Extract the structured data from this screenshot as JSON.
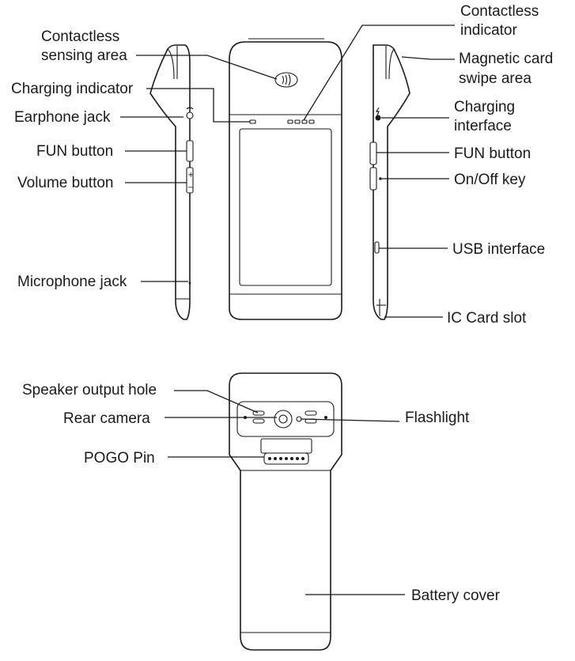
{
  "labels": {
    "contactless_sensing_area": [
      "Contactless",
      "sensing area"
    ],
    "charging_indicator": "Charging indicator",
    "earphone_jack": "Earphone jack",
    "fun_button_left": "FUN button",
    "volume_button": "Volume button",
    "microphone_jack": "Microphone jack",
    "contactless_indicator": [
      "Contactless",
      "indicator"
    ],
    "magnetic_card_swipe_area": [
      "Magnetic card",
      "swipe area"
    ],
    "charging_interface": [
      "Charging",
      "interface"
    ],
    "fun_button_right": "FUN button",
    "onoff_key": "On/Off key",
    "usb_interface": "USB interface",
    "ic_card_slot": "IC Card slot",
    "speaker_output_hole": "Speaker output hole",
    "rear_camera": "Rear camera",
    "flashlight": "Flashlight",
    "pogo_pin": "POGO Pin",
    "battery_cover": "Battery cover"
  },
  "icons": {
    "contactless": "contactless-symbol-icon",
    "charging": "lightning-bolt-icon",
    "volume_plus": "+",
    "volume_minus": "−"
  }
}
